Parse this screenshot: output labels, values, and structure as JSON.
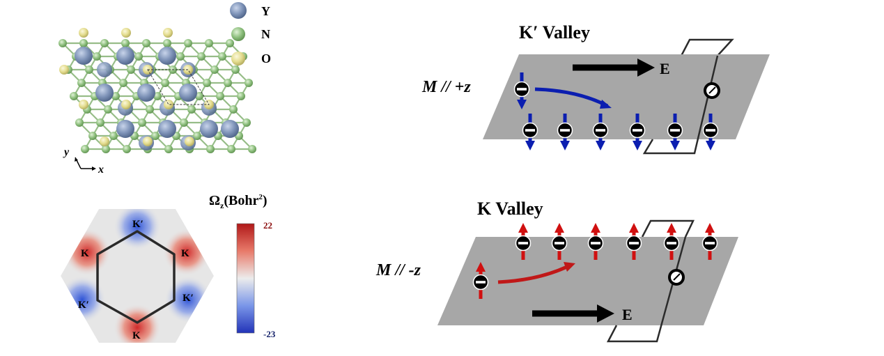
{
  "legend": [
    {
      "symbol": "Y",
      "color": "#7e93b8"
    },
    {
      "symbol": "N",
      "color": "#8fc07f"
    },
    {
      "symbol": "O",
      "color": "#e4dd8f"
    }
  ],
  "axes": {
    "y": "y",
    "x": "x"
  },
  "berry": {
    "title_symbol": "Ω",
    "title_sub": "z",
    "title_unit": "(Bohr",
    "title_sup": "2",
    "title_close": ")",
    "colorbar_max": "22",
    "colorbar_min": "-23",
    "colors": {
      "positive": "#d02a2a",
      "negative": "#2f54d6",
      "zero": "#e6e6e6"
    },
    "valley_labels": {
      "top": "K′",
      "top_left": "K",
      "top_right": "K",
      "bottom_left": "K′",
      "bottom_right": "K′",
      "bottom": "K"
    }
  },
  "panels": {
    "kprime": {
      "title": "K′ Valley",
      "magnetization_symbol": "M",
      "magnetization_rest": " // +z",
      "field": "E",
      "spin_color": "#0b1eb0"
    },
    "k": {
      "title": "K Valley",
      "magnetization_symbol": "M",
      "magnetization_rest": " // -z",
      "field": "E",
      "spin_color": "#d01010"
    }
  }
}
